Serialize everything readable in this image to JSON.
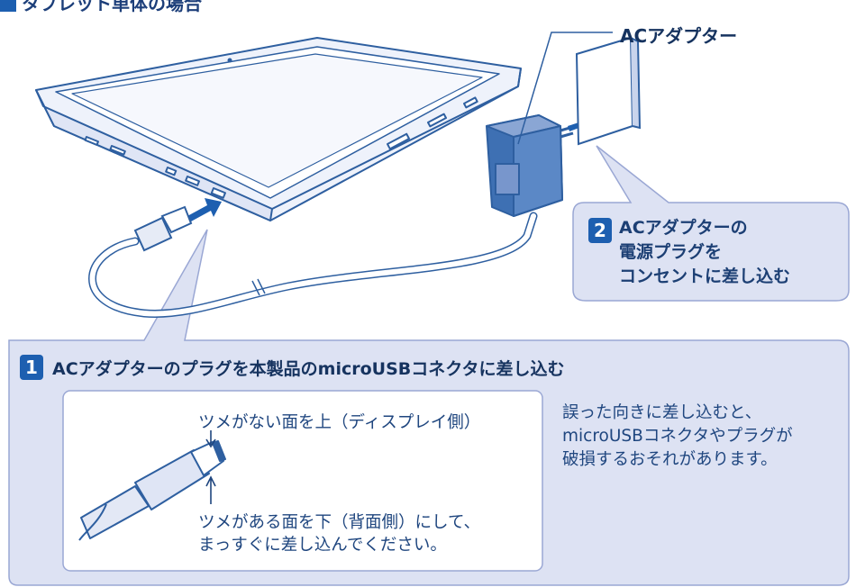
{
  "header": {
    "title": "タブレット単体の場合"
  },
  "callouts": {
    "ac_adapter": "ACアダプター"
  },
  "step2": {
    "number": "2",
    "lines": [
      "ACアダプターの",
      "電源プラグを",
      "コンセントに差し込む"
    ]
  },
  "step1": {
    "number": "1",
    "title": "ACアダプターのプラグを本製品のmicroUSBコネクタに差し込む"
  },
  "plug_detail": {
    "top_note": "ツメがない面を上（ディスプレイ側）",
    "bottom_note": [
      "ツメがある面を下（背面側）にして、",
      "まっすぐに差し込んでください。"
    ]
  },
  "warning": {
    "lines": [
      "誤った向きに差し込むと、",
      "microUSBコネクタやプラグが",
      "破損するおそれがあります。"
    ]
  },
  "colors": {
    "panel_fill": "#dfe3f3",
    "panel_stroke": "#9aa7d4",
    "device_outline": "#2e5fa0",
    "accent": "#1d5fb0"
  }
}
